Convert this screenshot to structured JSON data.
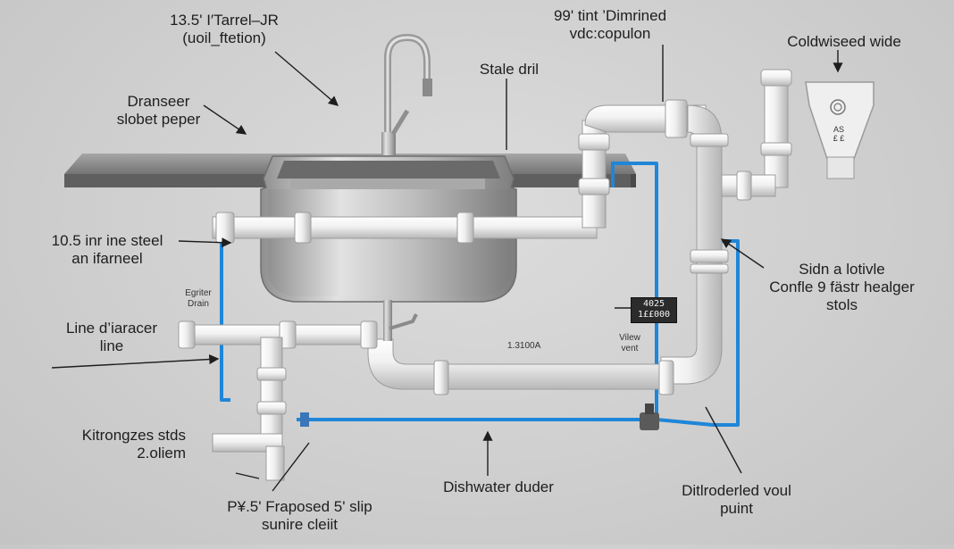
{
  "labels": {
    "top_left": [
      "13.5' I′Tarrel–JR",
      "(uoil_ftetion)"
    ],
    "drainer": [
      "Dranseer",
      "slobet peper"
    ],
    "steel": [
      "10.5 inr ine steel",
      "an ifarneel"
    ],
    "line": [
      "Line d’iaracer",
      "line"
    ],
    "kitrongzes": [
      "Kitrongzes stds",
      "2.oliem"
    ],
    "praposed": [
      "P¥.5' Fraposed 5' slip",
      "sunire cleiit"
    ],
    "dishwater": "Dishwater duder",
    "top_mid": [
      "99' tint ’Dimrined",
      "vdc:copulon"
    ],
    "stale_drain": "Stale dril",
    "coldwise": "Coldwiseed wide",
    "side_right": [
      "Sidn a lotivle",
      "Confle 9 fästr healger",
      "stols"
    ],
    "ditrodered": [
      "Ditlroderled voul",
      "puint"
    ],
    "small_drain": [
      "Egriter",
      "Drain"
    ],
    "small_mid": "1.3100A",
    "small_vent": [
      "Vilew",
      "vent"
    ],
    "tag": [
      "4025",
      "1££000"
    ],
    "valve_text": [
      "AS",
      "£ £"
    ]
  },
  "colors": {
    "background": "#cfcfcf",
    "pipe": "#f2f2f2",
    "pipe_shade": "#b9b9b9",
    "supply_line": "#1f86d8",
    "counter": "#8a8a8a",
    "steel": "#c8c8c8"
  }
}
